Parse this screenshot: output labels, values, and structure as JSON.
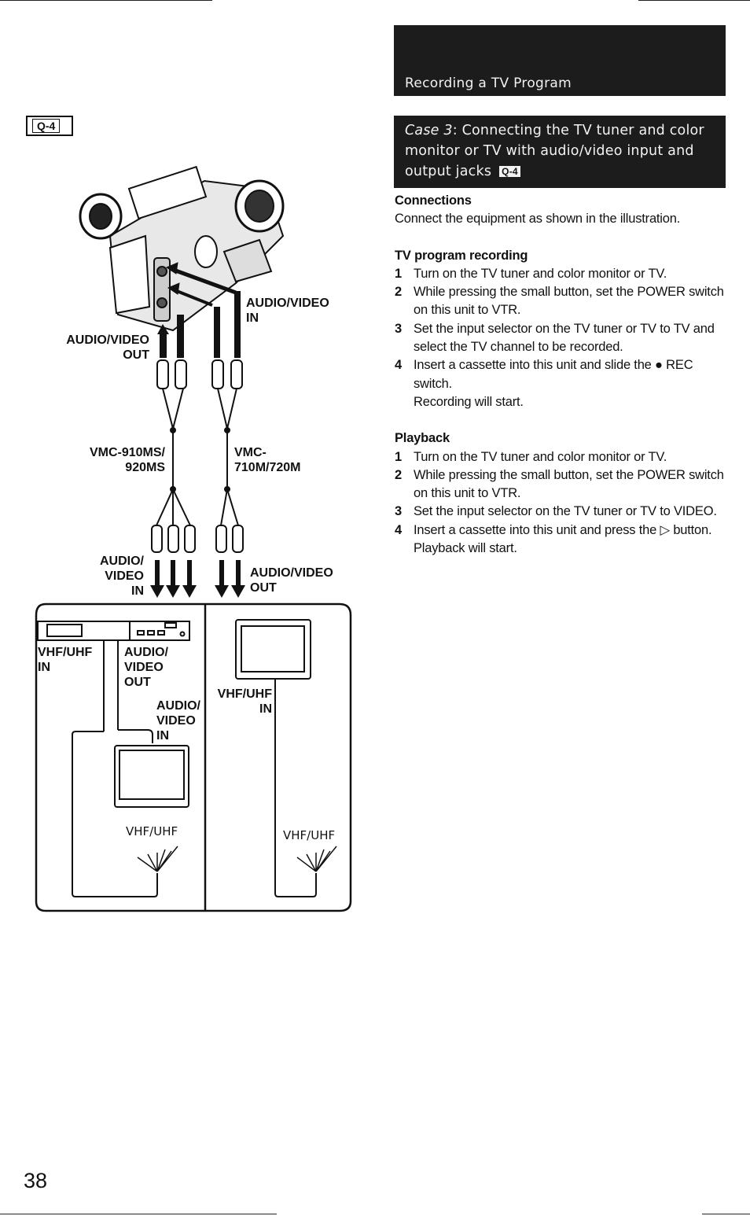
{
  "page_number": "38",
  "header_title": "Recording a TV Program",
  "figure_badge": "Q-4",
  "case": {
    "prefix": "Case 3",
    "title": ": Connecting the TV tuner and color monitor or TV with audio/video input and output jacks",
    "badge": "Q-4"
  },
  "connections": {
    "heading": "Connections",
    "body": "Connect the equipment as shown in the illustration."
  },
  "recording": {
    "heading": "TV program recording",
    "steps": [
      {
        "num": "1",
        "text": "Turn on the TV tuner and color monitor or TV."
      },
      {
        "num": "2",
        "text": "While pressing the small button, set the POWER switch on this unit to VTR."
      },
      {
        "num": "3",
        "text": "Set the input selector on the TV tuner or TV to TV and select the TV channel to be recorded."
      },
      {
        "num": "4",
        "text": "Insert a cassette into this unit and slide the ● REC switch.",
        "note": "Recording will start."
      }
    ]
  },
  "playback": {
    "heading": "Playback",
    "steps": [
      {
        "num": "1",
        "text": "Turn on the TV tuner and color monitor or TV."
      },
      {
        "num": "2",
        "text": "While pressing the small button, set the POWER switch on this unit to VTR."
      },
      {
        "num": "3",
        "text": "Set the input selector on the TV tuner or TV to VIDEO."
      },
      {
        "num": "4",
        "text": "Insert a cassette into this unit and press the ▷ button.",
        "note": "Playback will start."
      }
    ]
  },
  "diagram": {
    "cam_out_1": "AUDIO/VIDEO",
    "cam_out_2": "OUT",
    "cam_in_1": "AUDIO/VIDEO",
    "cam_in_2": "IN",
    "cable_left_1": "VMC-910MS/",
    "cable_left_2": "920MS",
    "cable_right_1": "VMC-",
    "cable_right_2": "710M/720M",
    "tuner_in_1": "AUDIO/",
    "tuner_in_2": "VIDEO",
    "tuner_in_3": "IN",
    "tv_out_1": "AUDIO/VIDEO",
    "tv_out_2": "OUT",
    "tuner_vhf_1": "VHF/UHF",
    "tuner_vhf_2": "IN",
    "tuner_av_out_1": "AUDIO/",
    "tuner_av_out_2": "VIDEO",
    "tuner_av_out_3": "OUT",
    "monitor_av_in_1": "AUDIO/",
    "monitor_av_in_2": "VIDEO",
    "monitor_av_in_3": "IN",
    "tv_vhf_1": "VHF/UHF",
    "tv_vhf_2": "IN",
    "antenna_left": "VHF/UHF",
    "antenna_right": "VHF/UHF"
  }
}
